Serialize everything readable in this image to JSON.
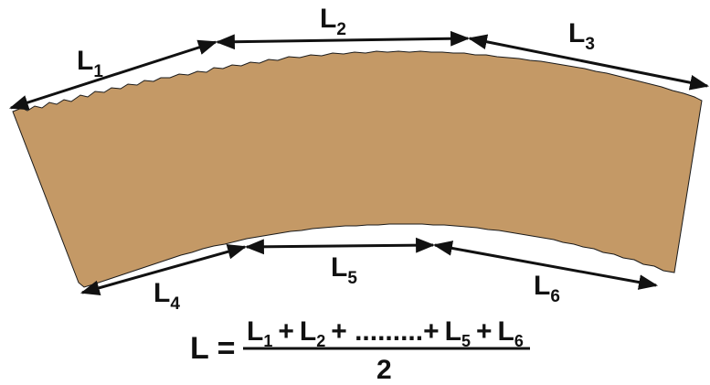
{
  "colors": {
    "band_fill": "#c49966",
    "band_stroke": "#1a1a1a",
    "arrow": "#111111",
    "text": "#111111"
  },
  "segments": {
    "L1": {
      "letter": "L",
      "sub": "1"
    },
    "L2": {
      "letter": "L",
      "sub": "2"
    },
    "L3": {
      "letter": "L",
      "sub": "3"
    },
    "L4": {
      "letter": "L",
      "sub": "4"
    },
    "L5": {
      "letter": "L",
      "sub": "5"
    },
    "L6": {
      "letter": "L",
      "sub": "6"
    }
  },
  "formula": {
    "lhs": "L =",
    "numerator": {
      "t1": "L",
      "s1": "1",
      "p1": "+",
      "t2": "L",
      "s2": "2",
      "p2": "+ .........+",
      "t5": "L",
      "s5": "5",
      "p3": "+",
      "t6": "L",
      "s6": "6"
    },
    "denominator": "2"
  }
}
